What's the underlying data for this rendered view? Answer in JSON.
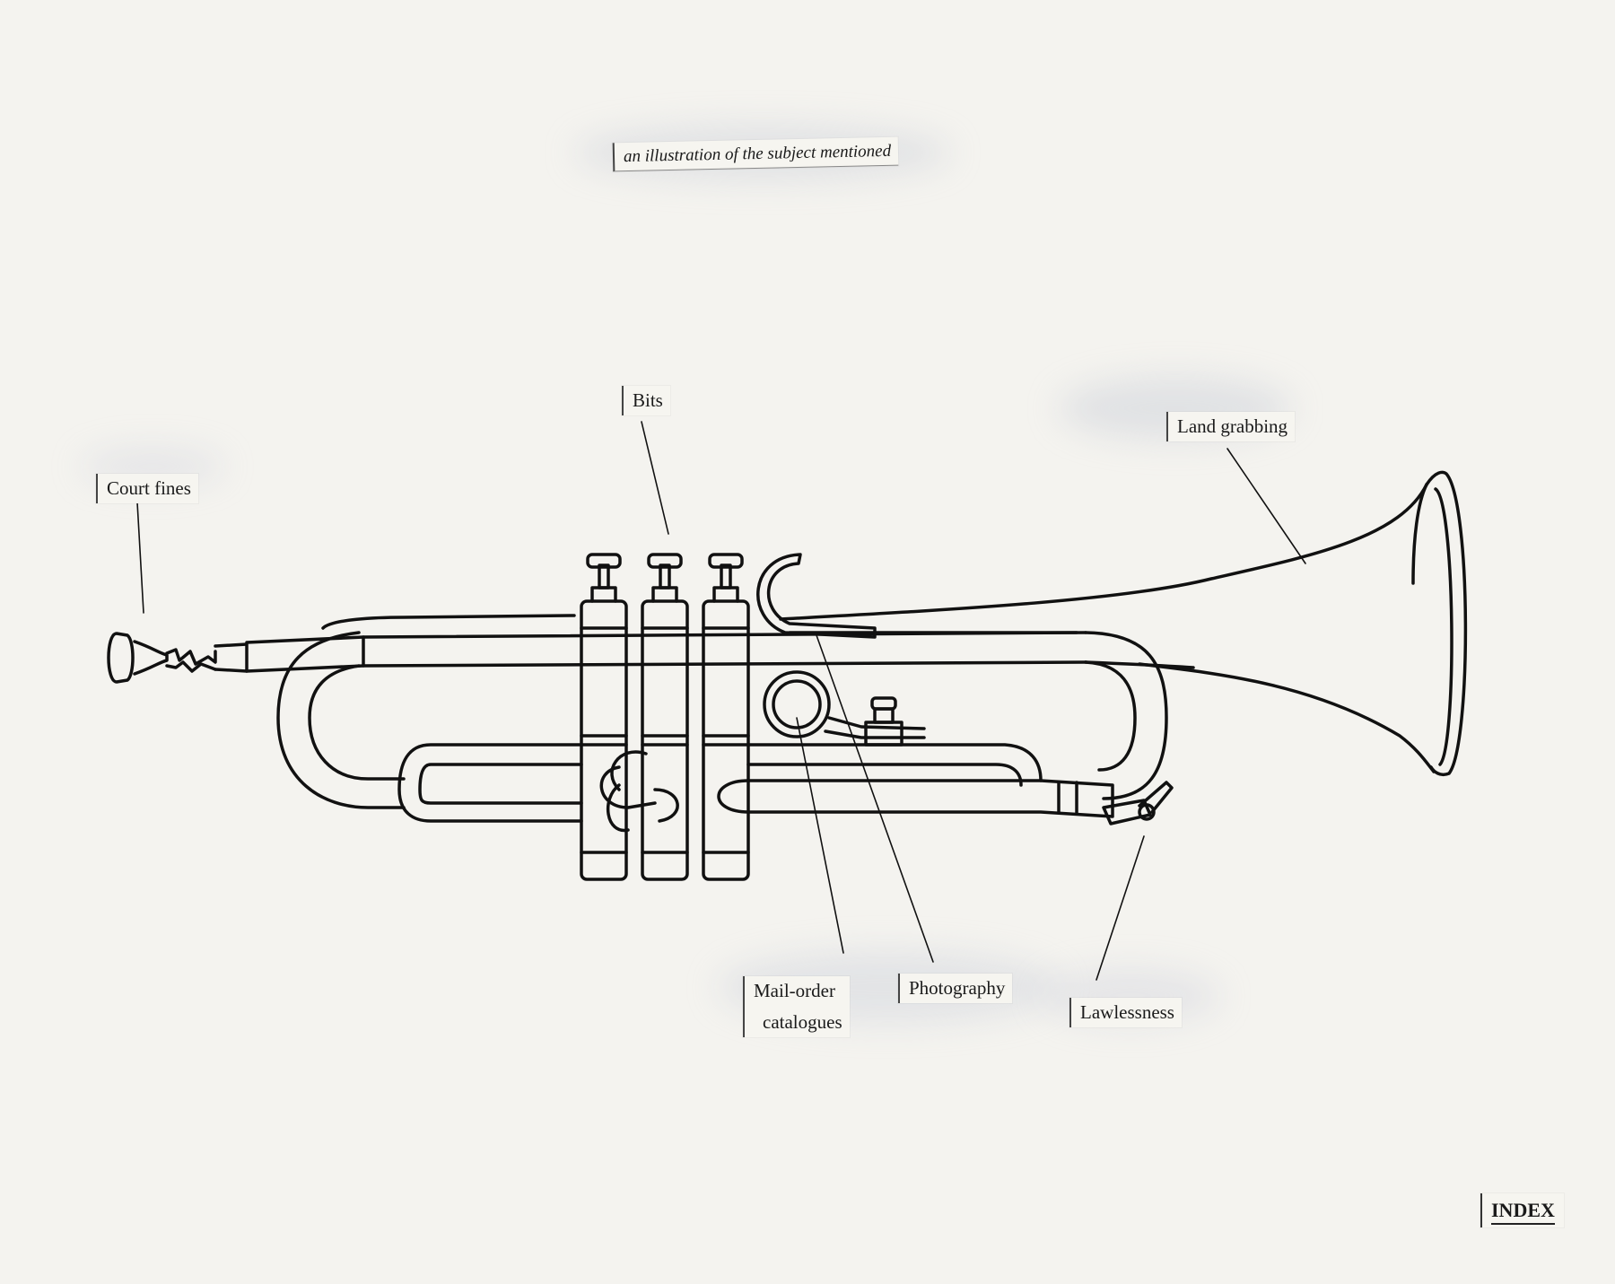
{
  "caption": "an illustration of the subject mentioned",
  "labels": {
    "court_fines": "Court fines",
    "bits": "Bits",
    "land_grabbing": "Land grabbing",
    "mail_order_1": "Mail-order",
    "mail_order_2": "catalogues",
    "photography": "Photography",
    "lawlessness": "Lawlessness"
  },
  "corner": "INDEX",
  "colors": {
    "paper": "#f4f3ef",
    "ink": "#111111",
    "glue": "#c9cfdc"
  }
}
